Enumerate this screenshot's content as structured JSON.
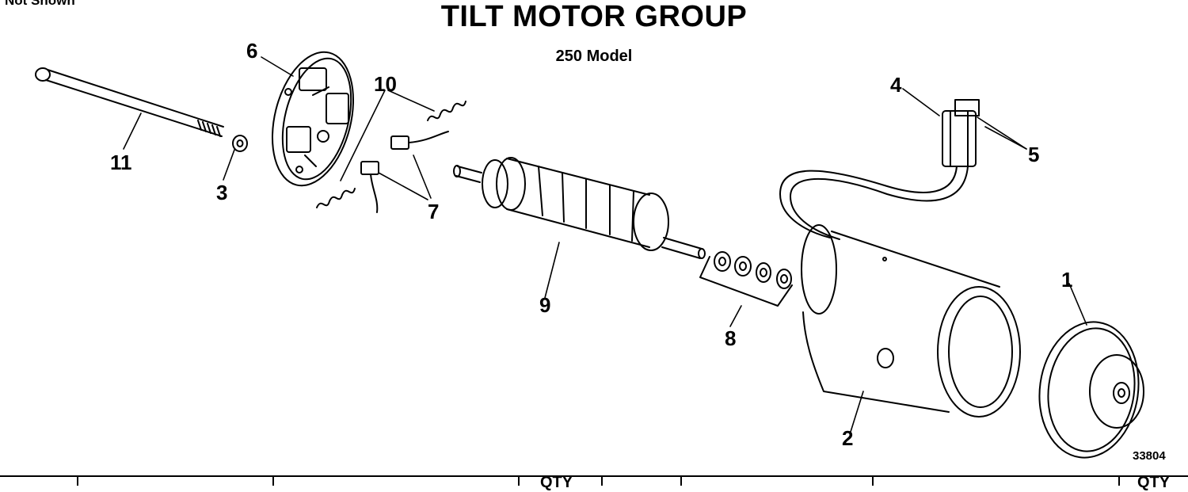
{
  "header": {
    "note": "Not Shown",
    "title": "TILT MOTOR GROUP",
    "subtitle": "250 Model"
  },
  "figure_number": "33804",
  "callouts": [
    "1",
    "2",
    "3",
    "4",
    "5",
    "6",
    "7",
    "8",
    "9",
    "10",
    "11"
  ],
  "parts_table_header": [
    "QTY",
    "QTY"
  ]
}
